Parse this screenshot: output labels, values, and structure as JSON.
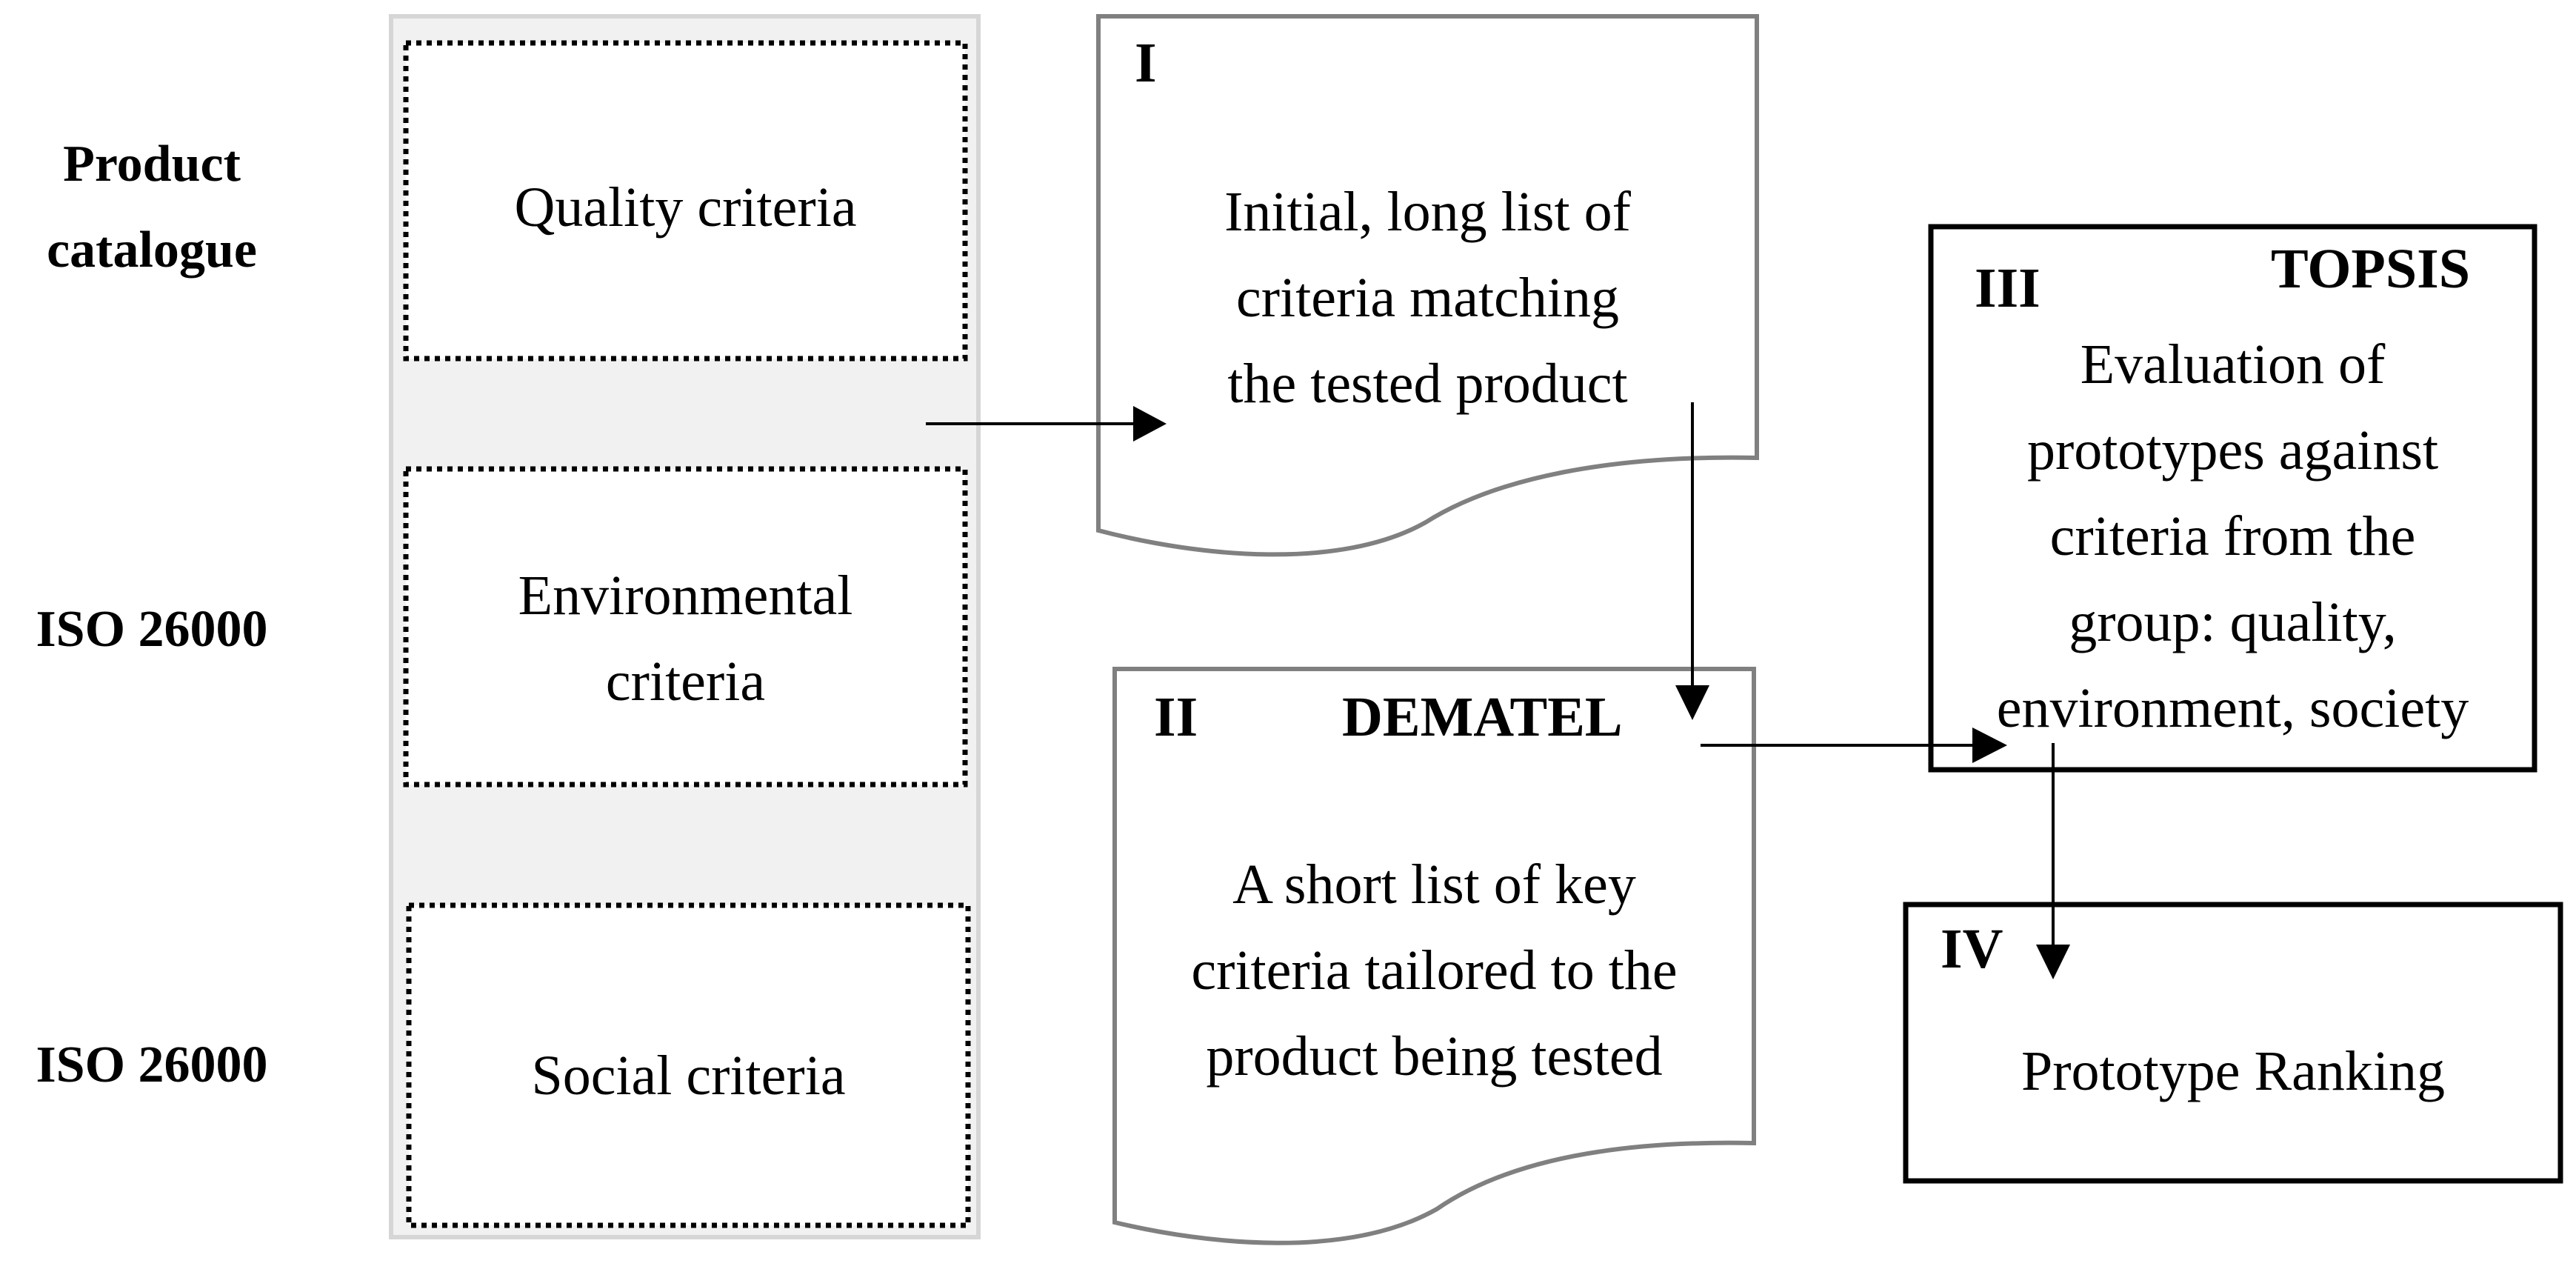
{
  "sources": [
    {
      "label_lines": [
        "Product",
        "catalogue"
      ]
    },
    {
      "label_lines": [
        "ISO 26000"
      ]
    },
    {
      "label_lines": [
        "ISO 26000"
      ]
    }
  ],
  "criteria": [
    {
      "lines": [
        "Quality criteria"
      ]
    },
    {
      "lines": [
        "Environmental",
        "criteria"
      ]
    },
    {
      "lines": [
        "Social criteria"
      ]
    }
  ],
  "steps": {
    "one": {
      "numeral": "I",
      "method": "",
      "lines": [
        "Initial, long list of",
        "criteria matching",
        "the tested product"
      ]
    },
    "two": {
      "numeral": "II",
      "method": "DEMATEL",
      "lines": [
        "A short list of key",
        "criteria tailored to the",
        "product being tested"
      ]
    },
    "three": {
      "numeral": "III",
      "method": "TOPSIS",
      "lines": [
        "Evaluation of",
        "prototypes against",
        "criteria from the",
        "group: quality,",
        "environment, society"
      ]
    },
    "four": {
      "numeral": "IV",
      "method": "",
      "lines": [
        "Prototype Ranking"
      ]
    }
  }
}
